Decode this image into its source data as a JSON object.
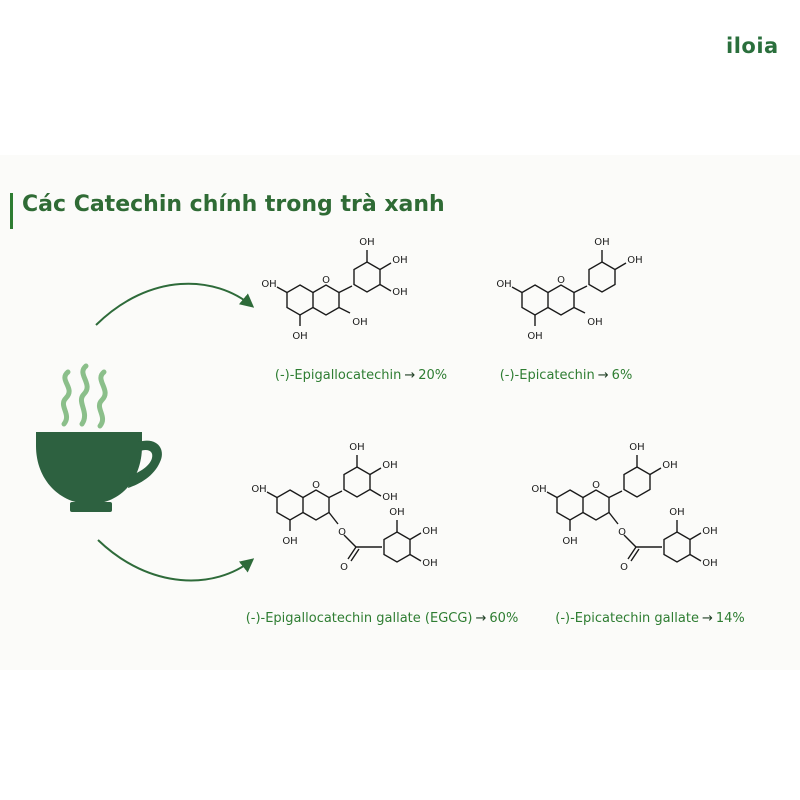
{
  "brand": {
    "logo": "iloia"
  },
  "title": "Các Catechin chính trong trà xanh",
  "arrow_symbol": "→",
  "atom_labels": {
    "hydroxyl": "OH",
    "oxygen": "O"
  },
  "molecules": [
    {
      "name": "(-)-Epigallocatechin",
      "percent": "20%"
    },
    {
      "name": "(-)-Epicatechin",
      "percent": "6%"
    },
    {
      "name": "(-)-Epigallocatechin gallate (EGCG)",
      "percent": "60%"
    },
    {
      "name": "(-)-Epicatechin gallate",
      "percent": "14%"
    }
  ],
  "colors": {
    "brand_green": "#2e7d32",
    "cup_green": "#2d6140",
    "steam_green": "#8bbf8a",
    "arrow_green": "#2e6b3a"
  },
  "icons": [
    "tea-cup-icon",
    "steam-icon",
    "arrow-icon"
  ]
}
